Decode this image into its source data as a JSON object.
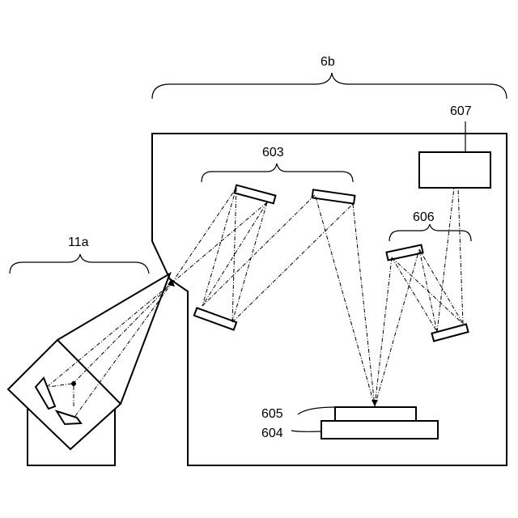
{
  "labels": {
    "apparatus": "6b",
    "source_unit": "11a",
    "mirror_group_upper": "603",
    "mirror_group_right": "606",
    "detector": "607",
    "sample": "605",
    "stage": "604"
  }
}
